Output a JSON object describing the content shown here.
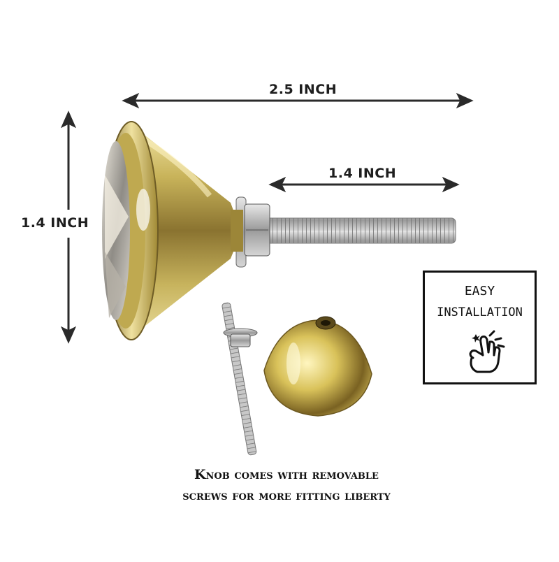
{
  "dimensions": {
    "overall_width": "2.5 INCH",
    "screw_length": "1.4 INCH",
    "knob_height": "1.4 INCH"
  },
  "badge": {
    "line1": "EASY",
    "line2": "INSTALLATION",
    "icon": "hand-snap-icon"
  },
  "caption": {
    "line1": "Knob comes with removable",
    "line2": "screws for more fitting liberty"
  },
  "colors": {
    "brass": "#c9b45a",
    "arrow": "#2a2a2a",
    "steel": "#b9b9b9"
  }
}
